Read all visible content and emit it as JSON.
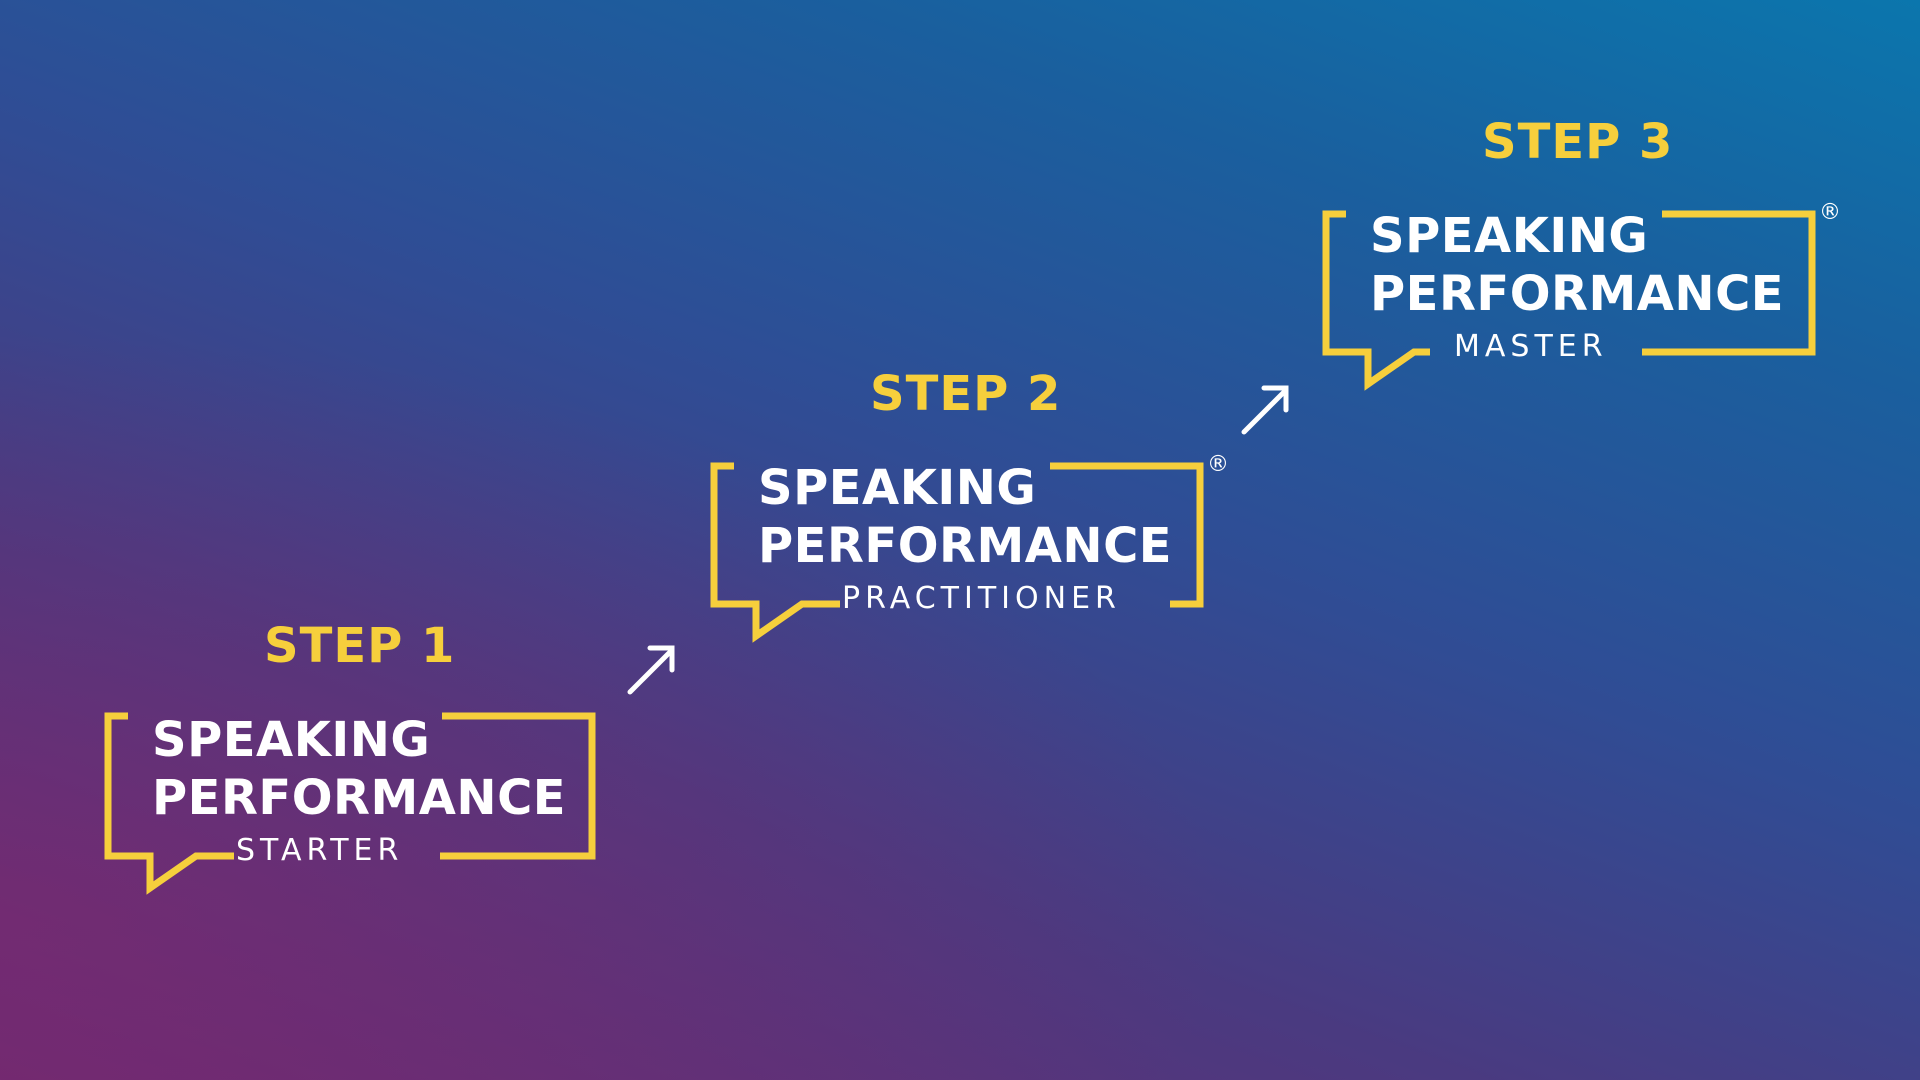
{
  "colors": {
    "accent_yellow": "#f6cf3c",
    "text_white": "#ffffff",
    "gradient_start": "#6b2a72",
    "gradient_end": "#0b76ad"
  },
  "steps": [
    {
      "heading": "STEP 1",
      "logo_line1": "SPEAKING",
      "logo_line2": "PERFORMANCE",
      "level": "STARTER",
      "registered": ""
    },
    {
      "heading": "STEP 2",
      "logo_line1": "SPEAKING",
      "logo_line2": "PERFORMANCE",
      "level": "PRACTITIONER",
      "registered": "®"
    },
    {
      "heading": "STEP 3",
      "logo_line1": "SPEAKING",
      "logo_line2": "PERFORMANCE",
      "level": "MASTER",
      "registered": "®"
    }
  ],
  "icons": {
    "arrow_1": "arrow-up-right-icon",
    "arrow_2": "arrow-up-right-icon"
  }
}
